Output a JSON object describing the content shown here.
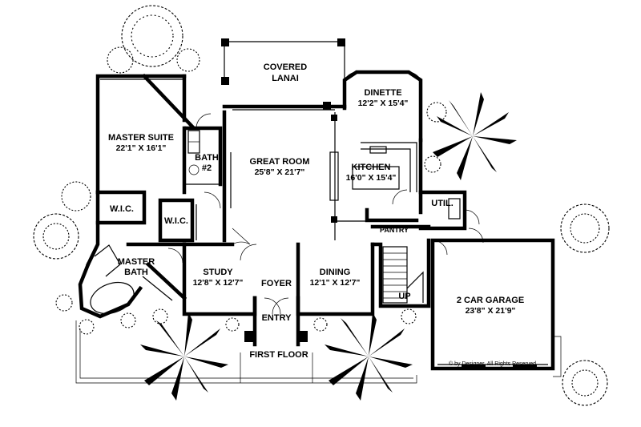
{
  "plan": {
    "title": "FIRST FLOOR",
    "copyright": "© by Designer, All Rights Reserved"
  },
  "rooms": {
    "covered_lanai": {
      "name_line1": "COVERED",
      "name_line2": "LANAI"
    },
    "dinette": {
      "name": "DINETTE",
      "dims": "12'2\" X 15'4\""
    },
    "master_suite": {
      "name": "MASTER SUITE",
      "dims": "22'1\" X 16'1\""
    },
    "great_room": {
      "name": "GREAT ROOM",
      "dims": "25'8\" X 21'7\""
    },
    "bath2": {
      "name_line1": "BATH",
      "name_line2": "#2"
    },
    "kitchen": {
      "name": "KITCHEN",
      "dims": "16'0\" X 15'4\""
    },
    "util": {
      "name": "UTIL."
    },
    "pantry": {
      "name": "PANTRY"
    },
    "wic_left": {
      "name": "W.I.C."
    },
    "wic_right": {
      "name": "W.I.C."
    },
    "master_bath": {
      "name_line1": "MASTER",
      "name_line2": "BATH"
    },
    "study": {
      "name": "STUDY",
      "dims": "12'8\" X 12'7\""
    },
    "foyer": {
      "name": "FOYER"
    },
    "dining": {
      "name": "DINING",
      "dims": "12'1\" X 12'7\""
    },
    "stair": {
      "name": "UP"
    },
    "garage": {
      "name": "2 CAR GARAGE",
      "dims": "23'8\" X 21'9\""
    },
    "entry": {
      "name": "ENTRY"
    }
  },
  "icons": [
    "palm-tree-icon",
    "shrub-icon",
    "door-swing-icon"
  ]
}
